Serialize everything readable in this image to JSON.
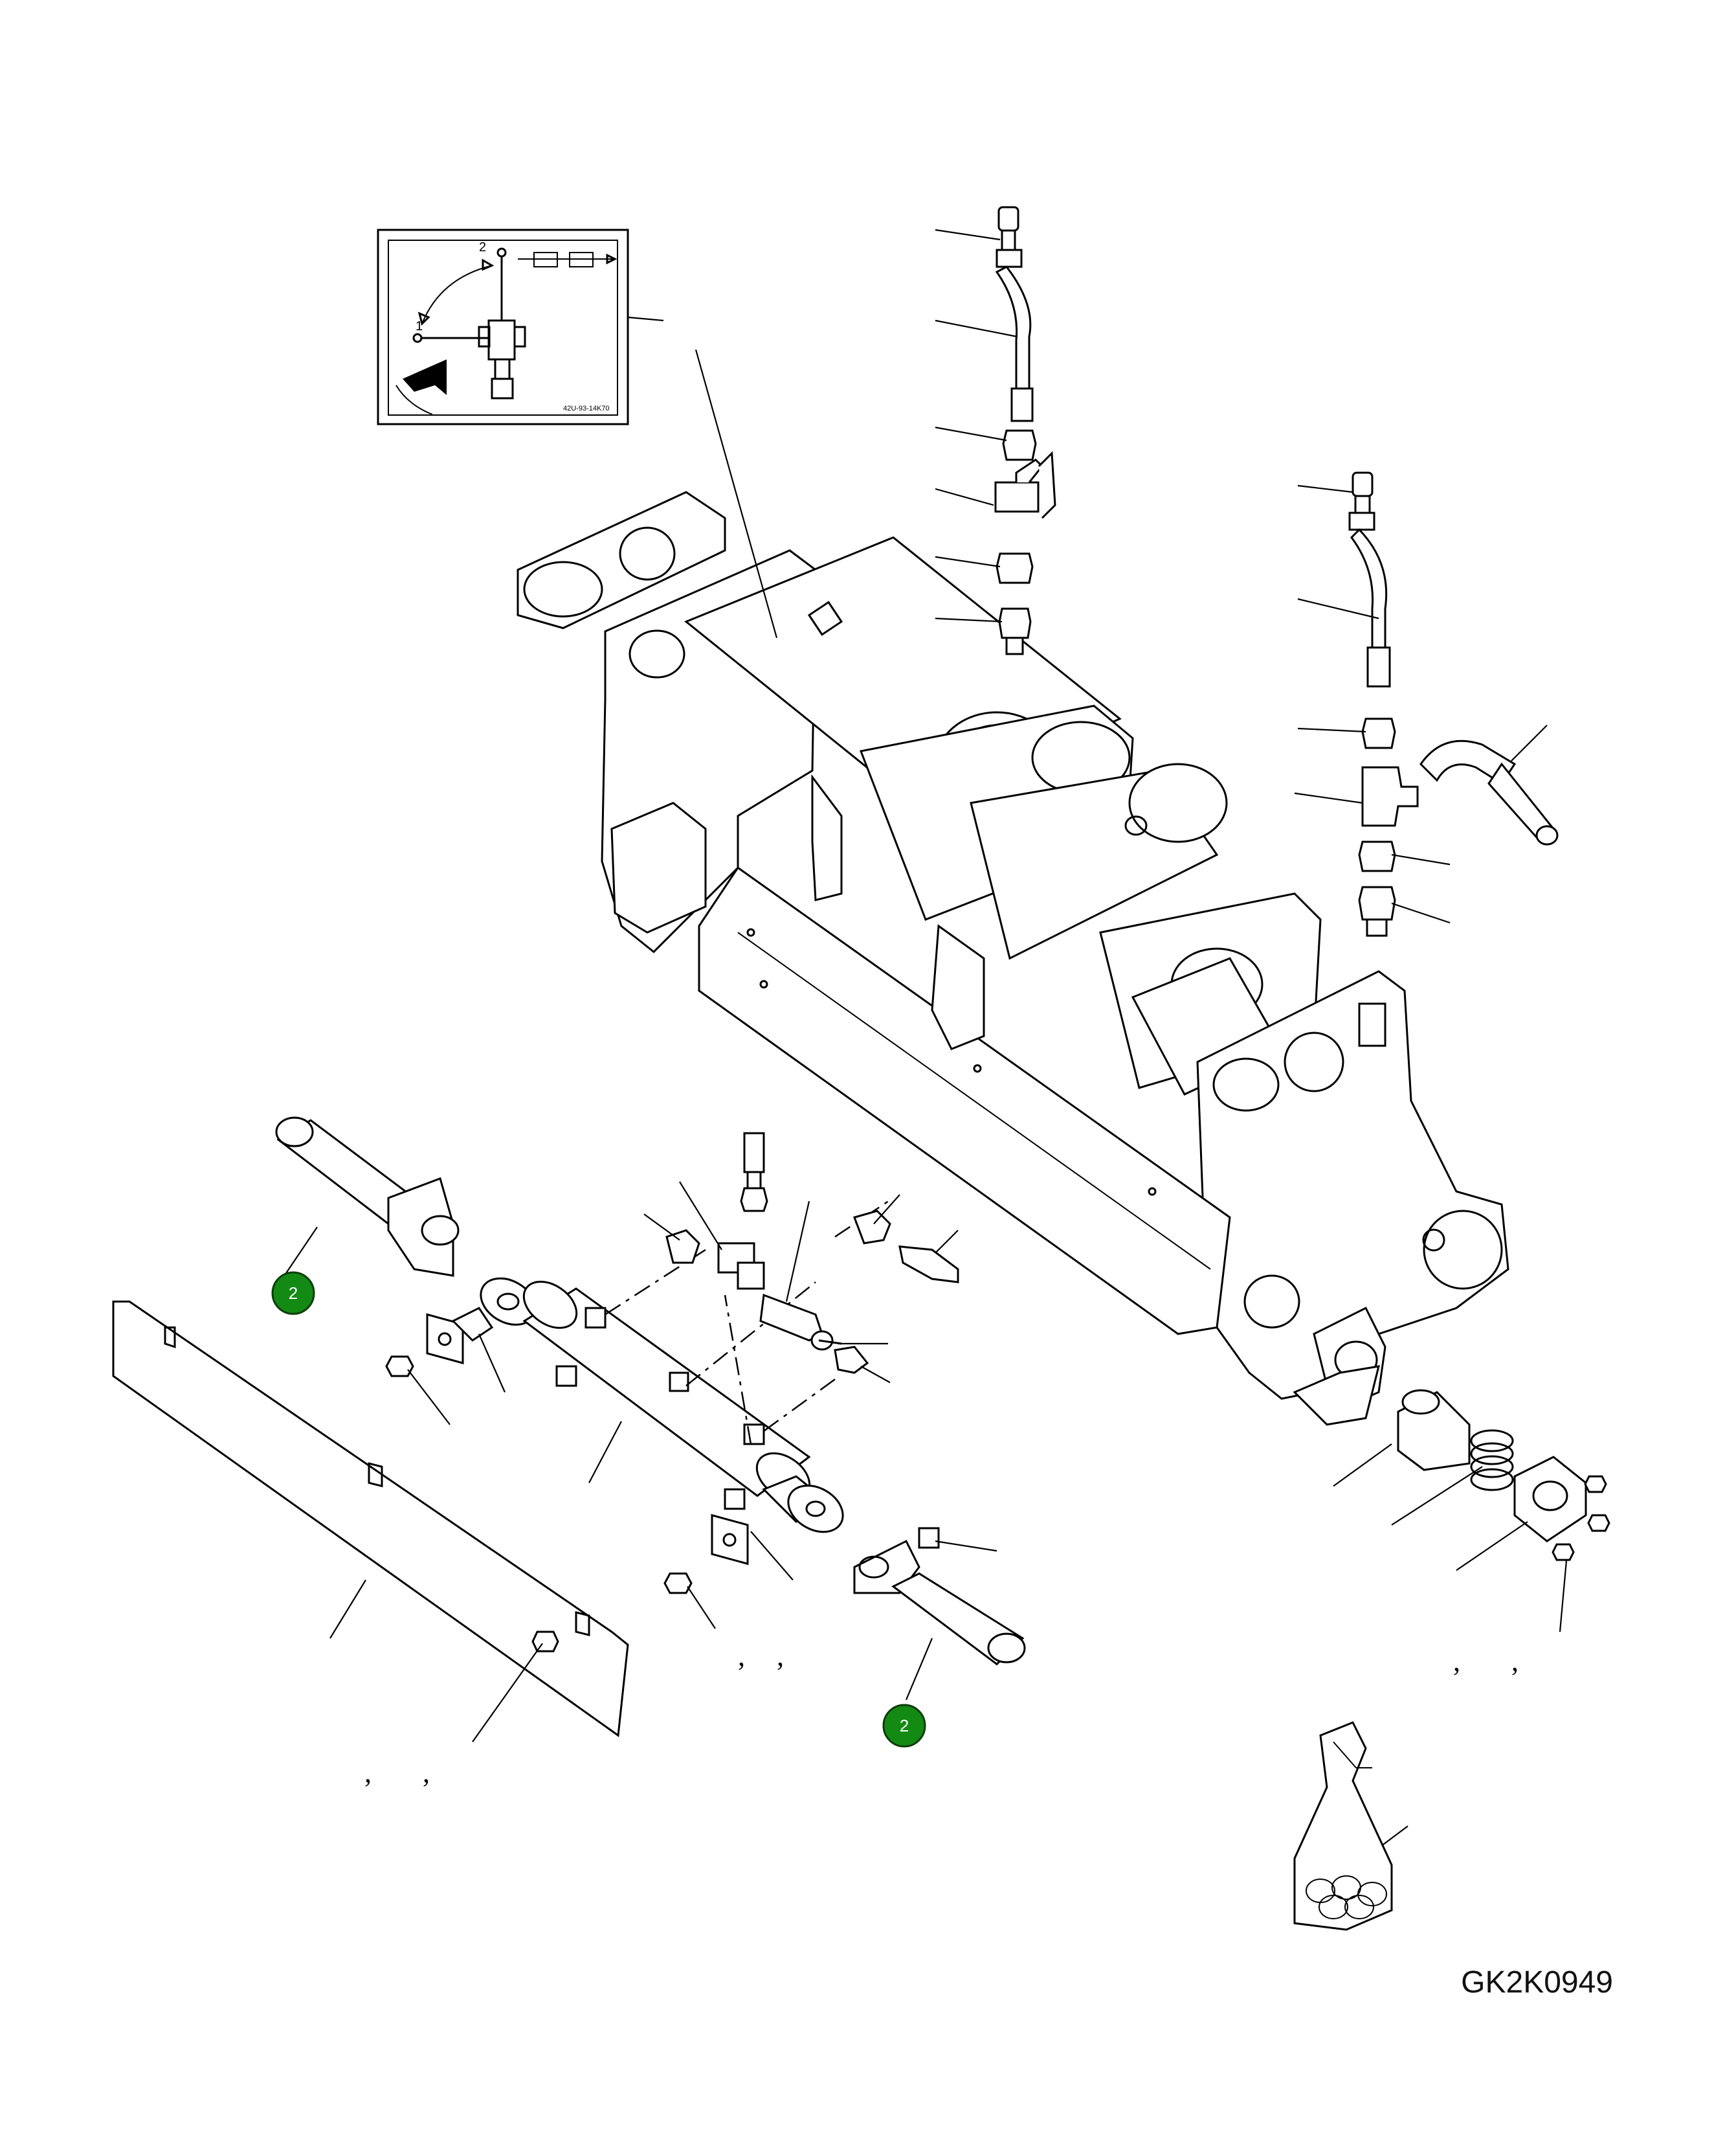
{
  "drawing": {
    "code": "GK2K0949"
  },
  "inset": {
    "position_labels": [
      "1",
      "2"
    ],
    "code": "42U-93-14K70"
  },
  "callouts": [
    {
      "label": "2"
    },
    {
      "label": "2"
    }
  ],
  "separators": {
    "group_a": [
      ",",
      ","
    ],
    "group_b": [
      ",",
      ","
    ],
    "group_c": [
      ",",
      ","
    ]
  },
  "icons": [
    "valve-handle-icon",
    "warning-arrow-icon",
    "parts-bag-icon"
  ],
  "colors": {
    "callout_fill": "#138a13",
    "line": "#000000"
  }
}
